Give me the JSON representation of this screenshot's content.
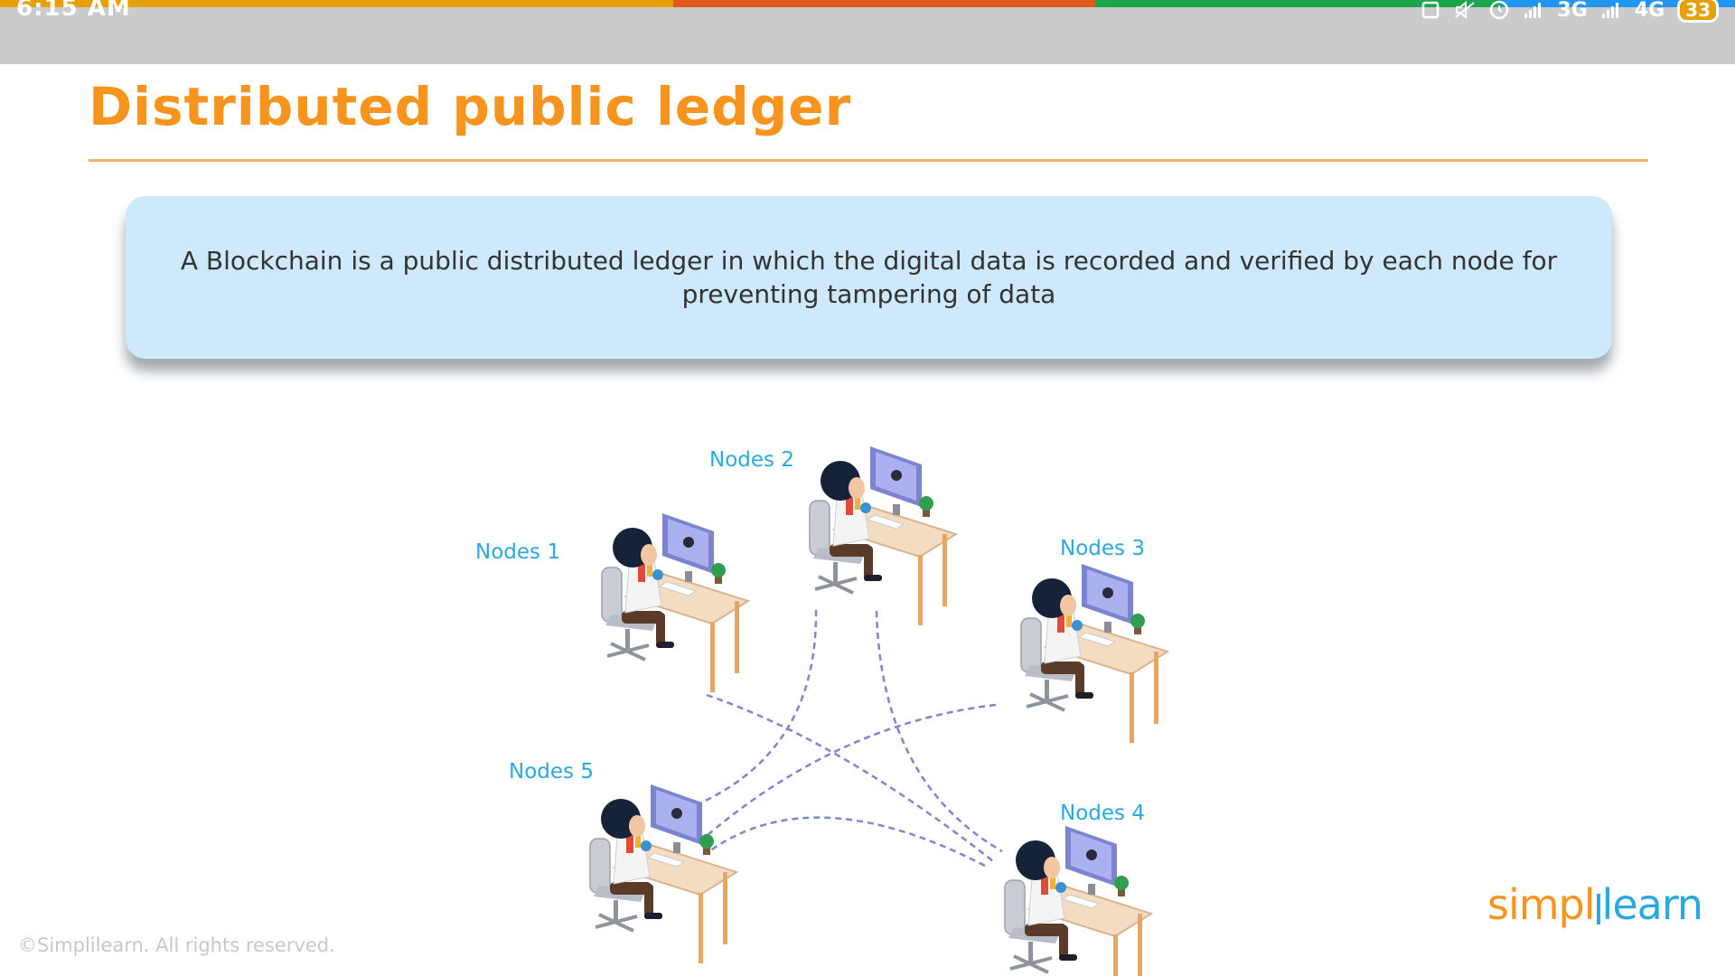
{
  "status_bar": {
    "time": "6:15 AM",
    "network_3g": "3G",
    "network_4g": "4G",
    "battery": "33",
    "icons": [
      "sim-icon",
      "mute-icon",
      "alarm-icon",
      "signal-icon",
      "signal-icon"
    ]
  },
  "colors": {
    "accent_orange": "#f7941d",
    "accent_blue": "#2aa8e0",
    "box_fill": "#cde9fb",
    "topbar": [
      "#e8a000",
      "#e05a1a",
      "#1aa64a",
      "#2196f3"
    ]
  },
  "slide": {
    "title": "Distributed public ledger",
    "definition": "A Blockchain is a public distributed ledger in which the digital data is recorded and verified by each node for preventing tampering of data",
    "nodes": [
      "Nodes 1",
      "Nodes 2",
      "Nodes 3",
      "Nodes 4",
      "Nodes 5"
    ],
    "copyright": "©Simplilearn. All rights reserved.",
    "logo": {
      "part1": "simpl",
      "part2": "learn"
    }
  }
}
